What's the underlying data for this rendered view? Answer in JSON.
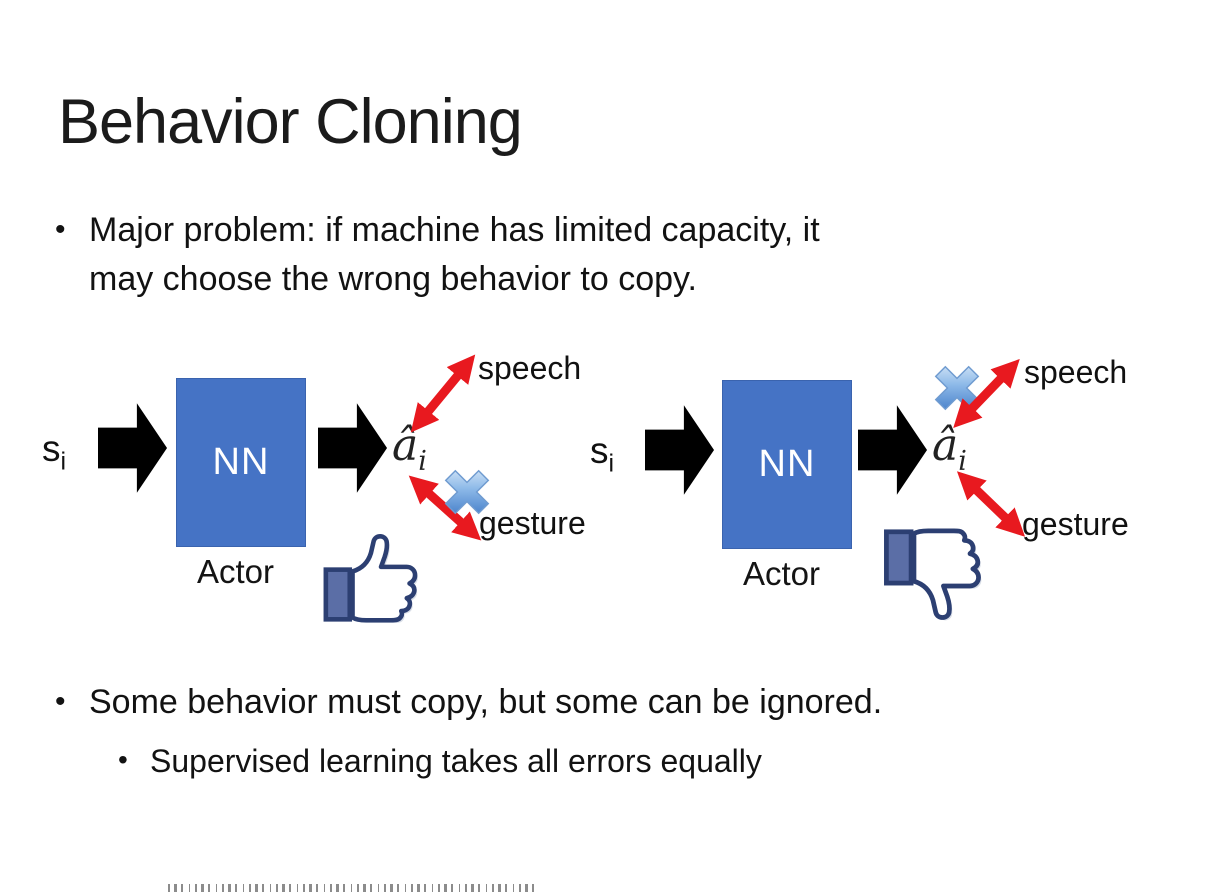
{
  "slide": {
    "title": "Behavior Cloning",
    "bullet_char": "•",
    "bullets": [
      {
        "level": 1,
        "lines": [
          "Major problem: if machine has limited capacity, it",
          "may choose the wrong behavior to copy."
        ]
      },
      {
        "level": 1,
        "lines": [
          "Some behavior must copy, but some can be ignored."
        ]
      },
      {
        "level": 2,
        "lines": [
          "Supervised learning takes all errors equally"
        ]
      }
    ]
  },
  "diagram": {
    "left": {
      "input_base": "s",
      "input_sub": "i",
      "box_label": "NN",
      "box_caption": "Actor",
      "output_base": "â",
      "output_sub": "i",
      "branch_top_label": "speech",
      "branch_bottom_label": "gesture",
      "crossed_out_branch": "gesture",
      "feedback_icon": "thumbs-up"
    },
    "right": {
      "input_base": "s",
      "input_sub": "i",
      "box_label": "NN",
      "box_caption": "Actor",
      "output_base": "â",
      "output_sub": "i",
      "branch_top_label": "speech",
      "branch_bottom_label": "gesture",
      "crossed_out_branch": "speech",
      "feedback_icon": "thumbs-down"
    }
  },
  "colors": {
    "nn_box_blue": "#4573C5",
    "flow_arrow_black": "#000000",
    "branch_arrow_red": "#E8191F",
    "cross_mark_blue": "#2E6CC0",
    "thumb_outline_navy": "#2C3F72",
    "thumb_cuff_blue": "#5B6EA6"
  }
}
